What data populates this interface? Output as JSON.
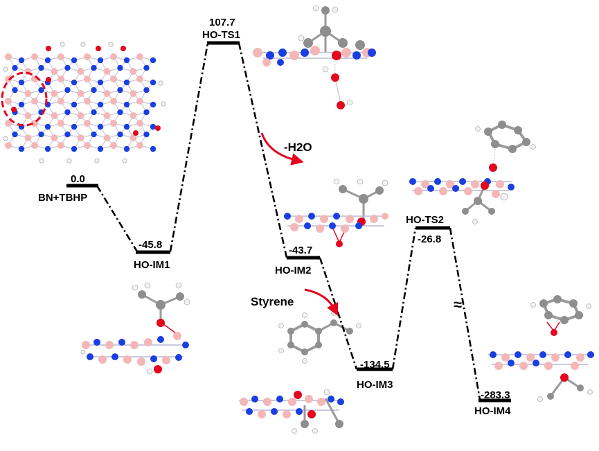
{
  "colors": {
    "boron": "#f4b7b8",
    "nitrogen": "#1a3fe0",
    "oxygen": "#e3061c",
    "carbon": "#8e8e8e",
    "hydrogen": "#f2f2f2",
    "arrow": "#e3061c",
    "level": "#000000"
  },
  "states": [
    {
      "id": "bn-tbhp",
      "value": "0.0",
      "name": "BN+TBHP"
    },
    {
      "id": "ho-im1",
      "value": "-45.8",
      "name": "HO-IM1"
    },
    {
      "id": "ho-ts1",
      "value": "107.7",
      "name": "HO-TS1"
    },
    {
      "id": "ho-im2",
      "value": "-43.7",
      "name": "HO-IM2"
    },
    {
      "id": "ho-im3",
      "value": "-134.5",
      "name": "HO-IM3"
    },
    {
      "id": "ho-ts2",
      "value": "-26.8",
      "name": "HO-TS2"
    },
    {
      "id": "ho-im4",
      "value": "-283.3",
      "name": "HO-IM4"
    }
  ],
  "annotations": {
    "loss_water": "-H2O",
    "add_styrene": "Styrene",
    "axis_break": "≈"
  }
}
